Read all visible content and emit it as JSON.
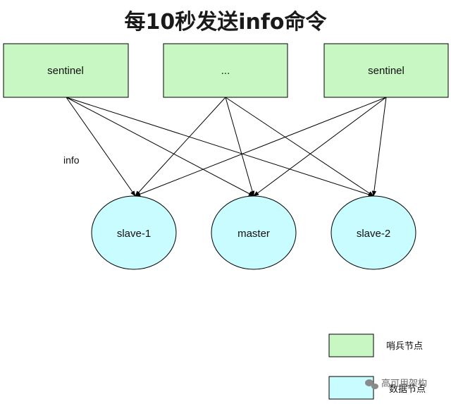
{
  "title": "每10秒发送info命令",
  "nodes": {
    "sentinel_left": "sentinel",
    "sentinel_middle": "...",
    "sentinel_right": "sentinel",
    "slave_1": "slave-1",
    "master": "master",
    "slave_2": "slave-2"
  },
  "edge_label": "info",
  "legend": {
    "sentinel_node": "哨兵节点",
    "data_node": "数据节点"
  },
  "watermark": "高可用架构",
  "colors": {
    "sentinel_fill": "#c8f7c3",
    "data_fill": "#c9fcff",
    "stroke": "#000000"
  }
}
